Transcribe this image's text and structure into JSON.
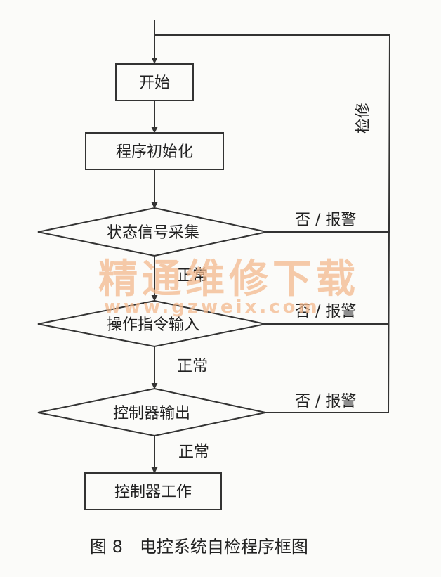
{
  "nodes": {
    "start": "开始",
    "init": "程序初始化",
    "state_collect": "状态信号采集",
    "op_input": "操作指令输入",
    "ctrl_output": "控制器输出",
    "ctrl_work": "控制器工作"
  },
  "edges": {
    "normal_1": "正常",
    "normal_2": "正常",
    "normal_3": "正常",
    "alarm_1": "否 / 报警",
    "alarm_2": "否 / 报警",
    "alarm_3": "否 / 报警",
    "repair": "检修"
  },
  "watermark": {
    "title": "精通维修下载",
    "url": "www.gzweix.com"
  },
  "caption": "图 8　电控系统自检程序框图"
}
